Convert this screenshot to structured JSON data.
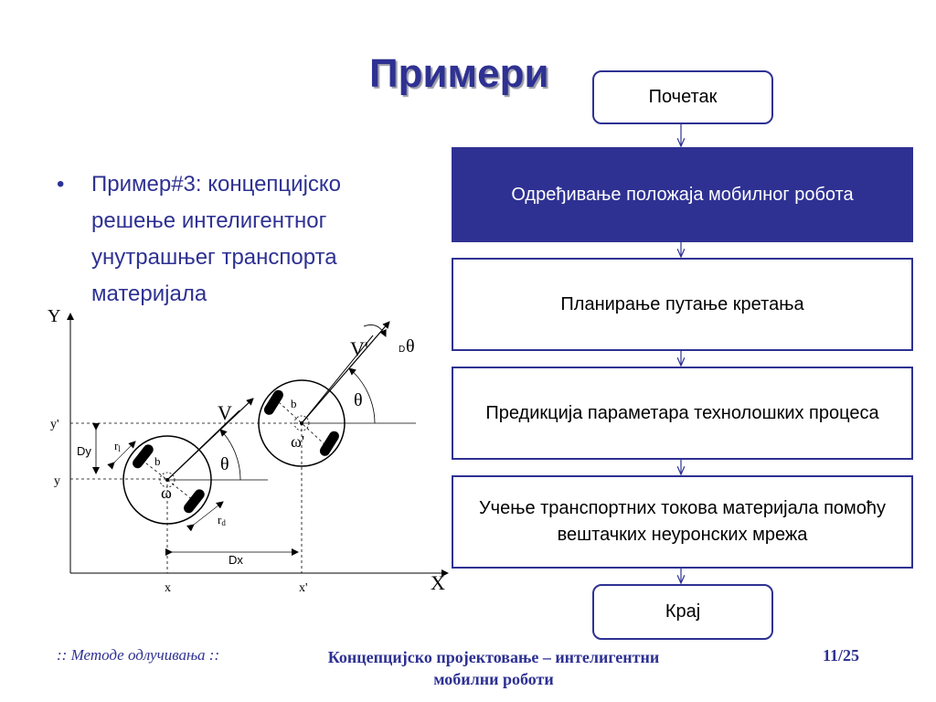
{
  "slide": {
    "title": "Примери",
    "bullet_marker": "•",
    "bullet_text": "Пример#3: концепцијско решење интелигентног унутрашњег транспорта материјала"
  },
  "flowchart": {
    "start": "Почетак",
    "steps": [
      "Одређивање положаја мобилног робота",
      "Планирање путање кретања",
      "Предикција параметара технолошких процеса",
      "Учење транспортних токова материјала помоћу вештачких неуронских мрежа"
    ],
    "end": "Крај",
    "highlight_color": "#2e3192"
  },
  "robot_diagram": {
    "axis_y": "Y",
    "axis_x": "X",
    "tick_y1": "y'",
    "tick_y0": "y",
    "tick_x0": "x",
    "tick_x1": "x'",
    "delta_y": "Dy",
    "delta_x": "Dx",
    "v": "V",
    "v_prime": "V'",
    "theta": "θ",
    "theta2": "θ",
    "d_theta_d": "D",
    "d_theta_t": "θ",
    "b1": "b",
    "b2": "b",
    "omega": "ω",
    "omega_prime": "ω'",
    "rl_r": "r",
    "rl_sub": "l",
    "rd_r": "r",
    "rd_sub": "d"
  },
  "footer": {
    "left": ":: Методе одлучивања ::",
    "middle": "Концепцијско пројектовање – интелигентни мобилни роботи",
    "page": "11/25"
  }
}
